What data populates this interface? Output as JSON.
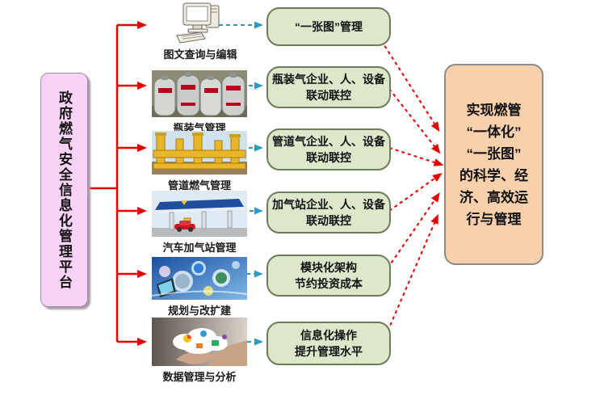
{
  "platform": {
    "label": "政府燃气安全信息化管理平台"
  },
  "modules": [
    {
      "name": "图文查询与编辑",
      "icon": "desktop-computer",
      "outcome": [
        "“一张图”管理"
      ]
    },
    {
      "name": "瓶装气管理",
      "icon": "gas-cylinders-photo",
      "outcome": [
        "瓶装气企业、人、设备",
        "联动联控"
      ]
    },
    {
      "name": "管道燃气管理",
      "icon": "gas-pipeline-photo",
      "outcome": [
        "管道气企业、人、设备",
        "联动联控"
      ]
    },
    {
      "name": "汽车加气站管理",
      "icon": "gas-station-photo",
      "outcome": [
        "加气站企业、人、设备",
        "联动联控"
      ]
    },
    {
      "name": "规划与改扩建",
      "icon": "planning-tech-photo",
      "outcome": [
        "模块化架构",
        "节约投资成本"
      ]
    },
    {
      "name": "数据管理与分析",
      "icon": "data-cloud-hand-photo",
      "outcome": [
        "信息化操作",
        "提升管理水平"
      ]
    }
  ],
  "goal": {
    "lines": [
      "实现燃管",
      "“一体化”",
      "“一张图”",
      "的科学、经",
      "济、高效运",
      "行与管理"
    ]
  },
  "colors": {
    "platform_fill": "#f9d3f7",
    "outcome_fill": "#dde8cb",
    "outcome_border": "#6c7c5a",
    "goal_fill": "#f8d0ac",
    "solid_arrow_red": "#e60000",
    "dashed_arrow_teal": "#2d9bc1",
    "dashed_arrow_red": "#e60000"
  }
}
